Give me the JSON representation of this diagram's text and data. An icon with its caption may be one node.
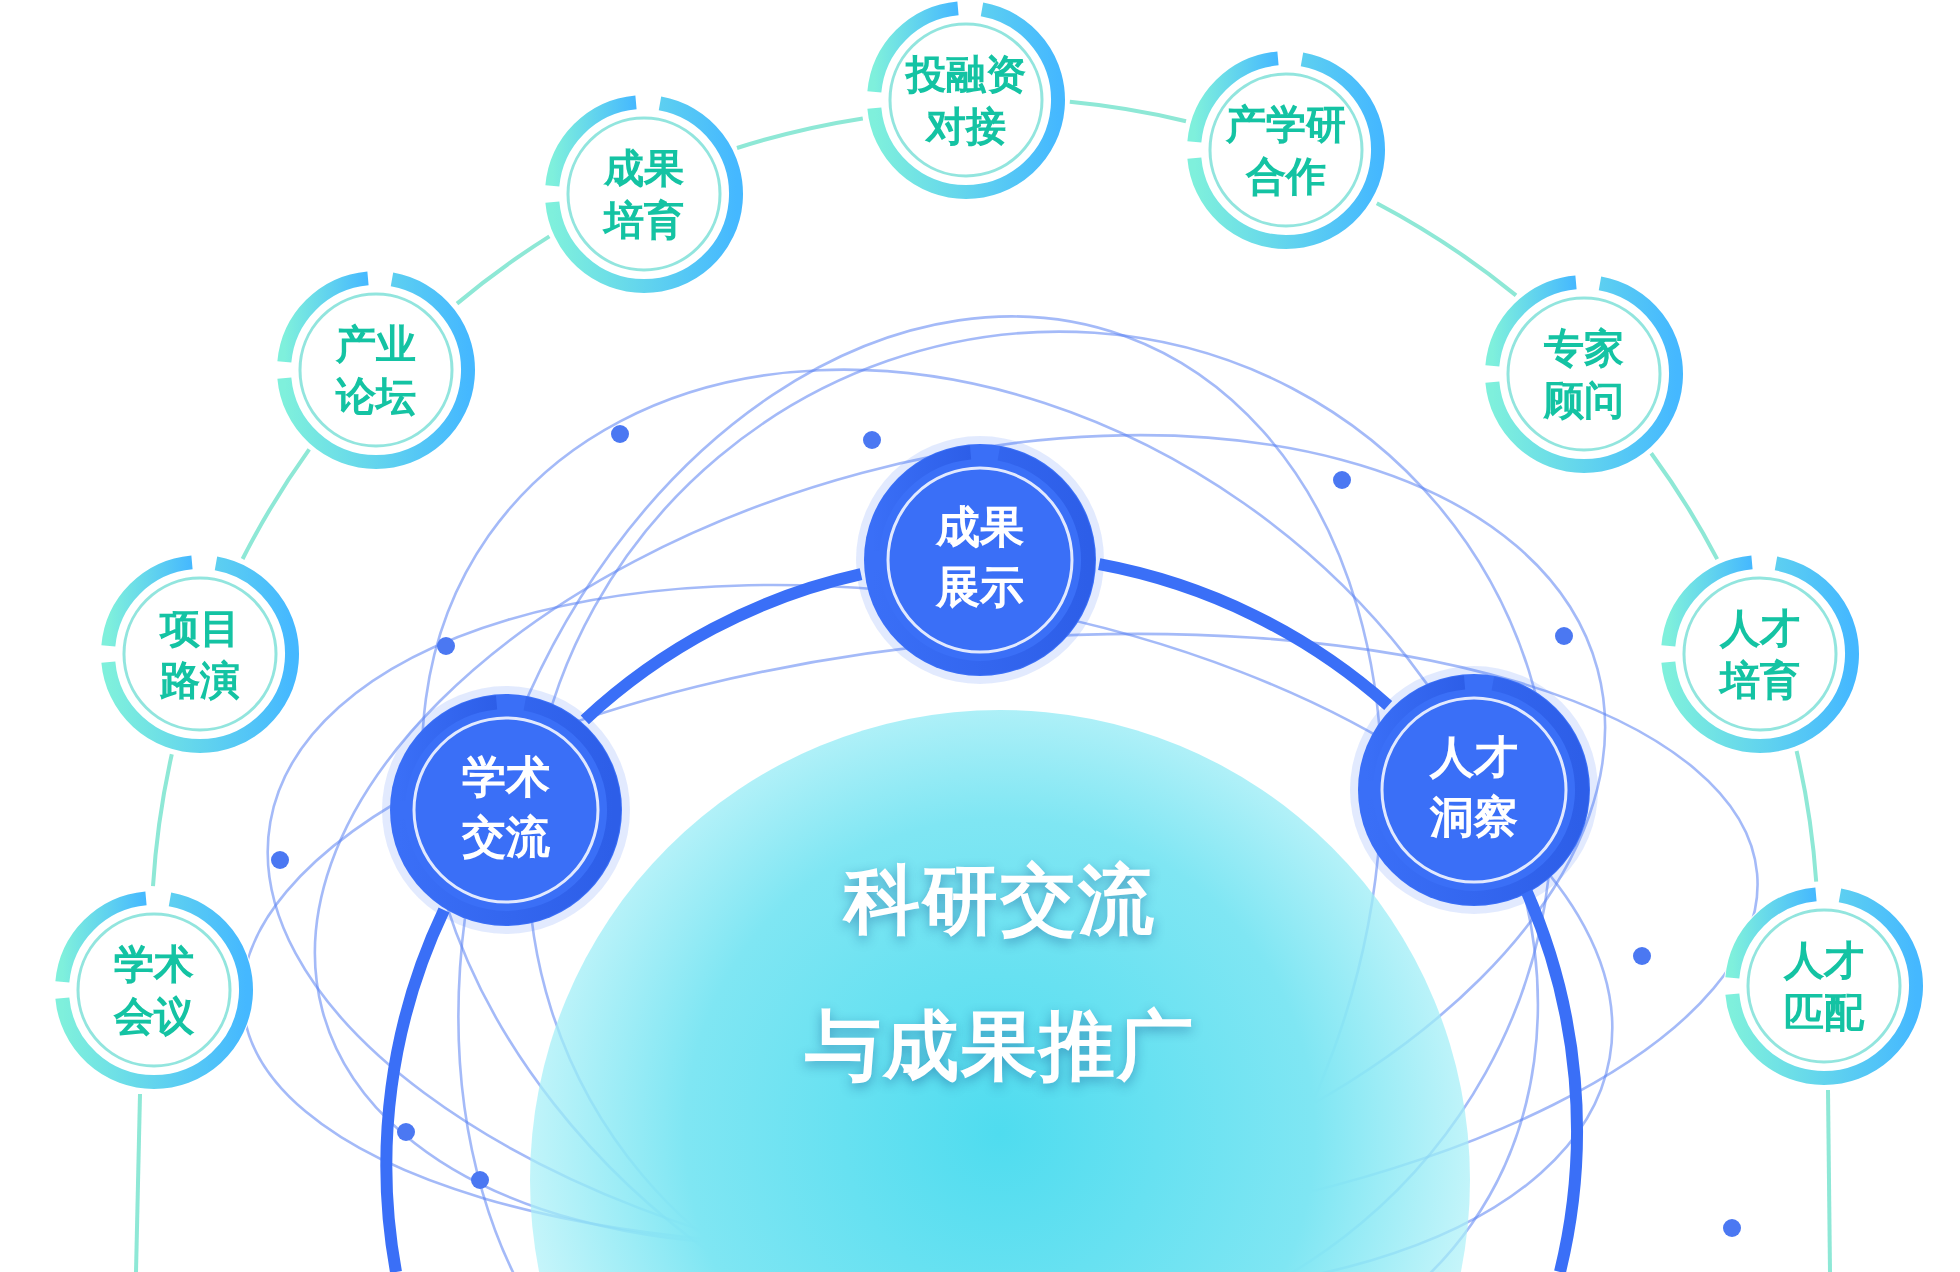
{
  "diagram": {
    "nodes": [
      {
        "text": [
          "科研交流",
          "与成果推广"
        ]
      },
      {
        "text": [
          "学术会议"
        ]
      },
      {
        "text": [
          "项目路演"
        ]
      },
      {
        "text": [
          "产业论坛"
        ]
      },
      {
        "text": [
          "成果培育"
        ]
      },
      {
        "text": [
          "投融资对接"
        ]
      },
      {
        "text": [
          "产学研合作"
        ]
      },
      {
        "text": [
          "专家顾问"
        ]
      },
      {
        "text": [
          "人才培育"
        ]
      },
      {
        "text": [
          "人才匹配"
        ]
      },
      {
        "text": [
          "学术交流"
        ]
      },
      {
        "text": [
          "成果展示"
        ]
      },
      {
        "text": [
          "人才洞察"
        ]
      }
    ],
    "edges": [
      {
        "from": 1,
        "to": 2,
        "arrow": "none"
      },
      {
        "from": 2,
        "to": 3,
        "arrow": "none"
      },
      {
        "from": 3,
        "to": 4,
        "arrow": "none"
      },
      {
        "from": 4,
        "to": 5,
        "arrow": "none"
      },
      {
        "from": 5,
        "to": 6,
        "arrow": "none"
      },
      {
        "from": 6,
        "to": 7,
        "arrow": "none"
      },
      {
        "from": 7,
        "to": 8,
        "arrow": "none"
      },
      {
        "from": 8,
        "to": 9,
        "arrow": "none"
      },
      {
        "from": 10,
        "to": 11,
        "arrow": "none",
        "style": "thick",
        "color": "#3a6ff7"
      },
      {
        "from": 11,
        "to": 12,
        "arrow": "none",
        "style": "thick",
        "color": "#3a6ff7"
      }
    ]
  }
}
